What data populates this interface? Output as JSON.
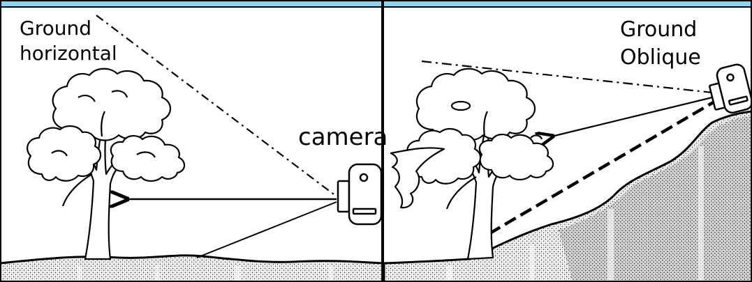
{
  "left_panel": {
    "title_line1": "Ground",
    "title_line2": "horizontal",
    "camera_label": "camera"
  },
  "right_panel": {
    "title_line1": "Ground",
    "title_line2": "Oblique"
  },
  "colors": {
    "sky_strip": "#8fd3f4",
    "ink": "#000000",
    "background": "#ffffff",
    "ground_texture": "#3a3a3a"
  }
}
